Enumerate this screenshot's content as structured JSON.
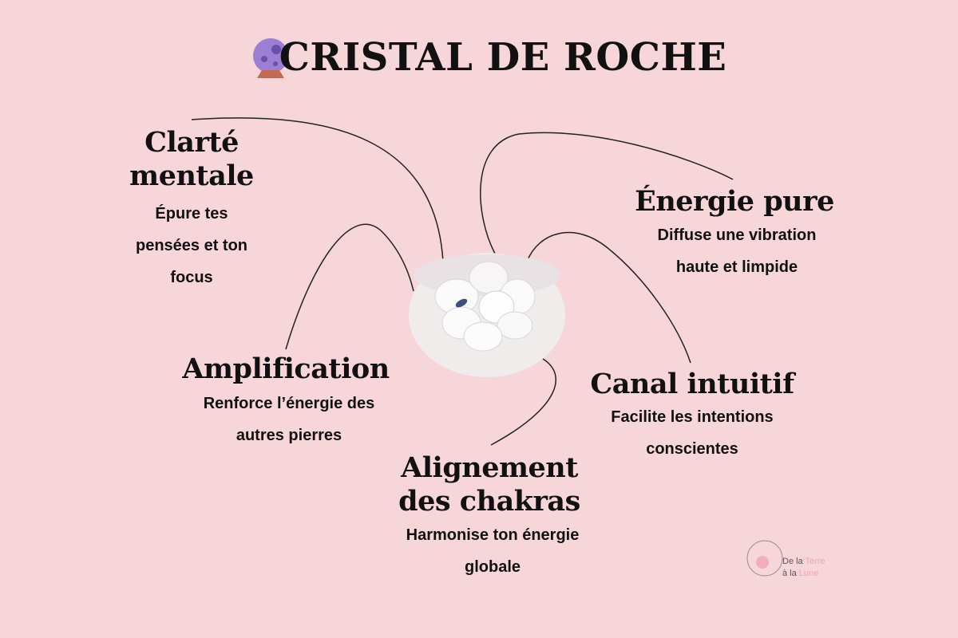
{
  "title": "CRISTAL DE ROCHE",
  "title_icon": "crystal-ball-icon",
  "items": [
    {
      "title": "Clarté mentale",
      "title_lines": [
        "Clarté",
        "mentale"
      ],
      "desc_lines": [
        "Épure tes",
        "pensées et ton",
        "focus"
      ]
    },
    {
      "title": "Énergie pure",
      "desc_lines": [
        "Diffuse une vibration",
        "haute et limpide"
      ]
    },
    {
      "title": "Amplification",
      "desc_lines": [
        "Renforce l’énergie des",
        "autres pierres"
      ]
    },
    {
      "title": "Canal intuitif",
      "desc_lines": [
        "Facilite les intentions",
        "conscientes"
      ]
    },
    {
      "title": "Alignement des chakras",
      "title_lines": [
        "Alignement",
        "des chakras"
      ],
      "desc_lines": [
        "Harmonise ton énergie",
        "globale"
      ]
    }
  ],
  "logo": {
    "text": "De la Terre à la Lune"
  },
  "colors": {
    "background": "#f7d6da",
    "ball": "#9b7fd4",
    "stand": "#c46a50"
  }
}
